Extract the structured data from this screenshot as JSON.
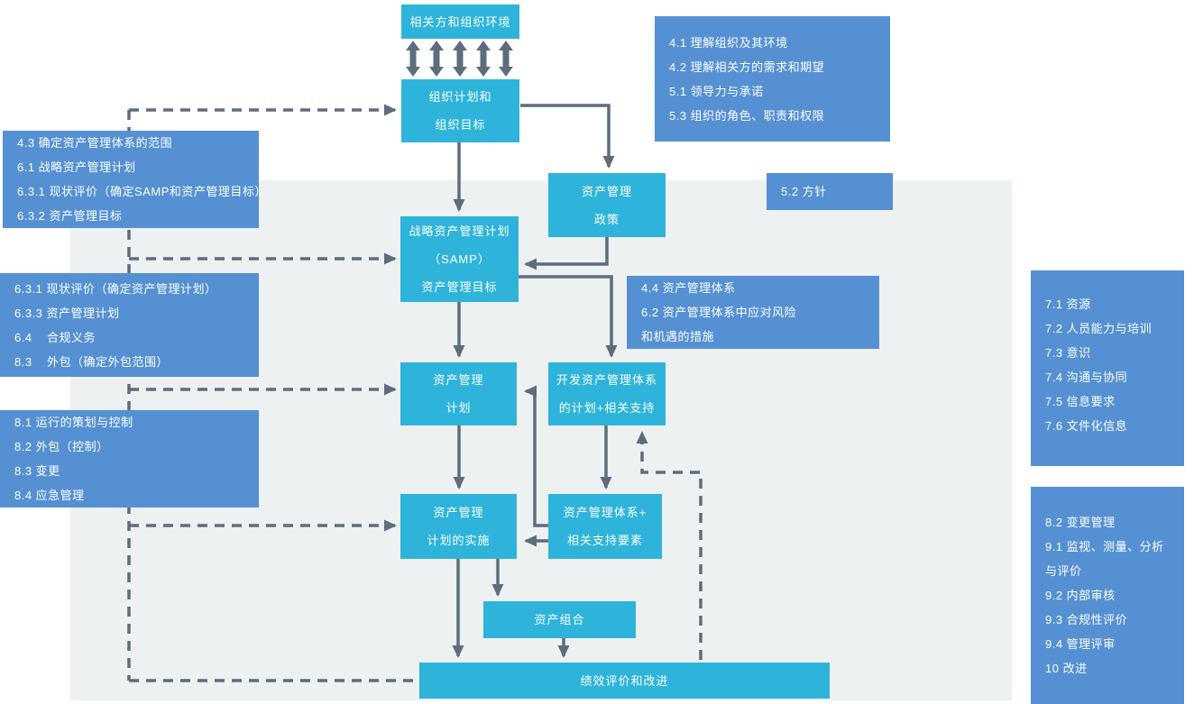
{
  "title": "资产管理体系流程图",
  "colors": {
    "process_node": "#2eb4da",
    "annotation_box": "#5591d2",
    "connector": "#5d6d7e",
    "backdrop_panel": "#edf1f2",
    "text": "#ffffff"
  },
  "nodes": {
    "stakeholders": {
      "label": "相关方和组织环境"
    },
    "org_plan": {
      "line1": "组织计划和",
      "line2": "组织目标"
    },
    "policy": {
      "line1": "资产管理",
      "line2": "政策"
    },
    "samp": {
      "line1": "战略资产管理计划",
      "line2": "（SAMP）",
      "line3": "资产管理目标"
    },
    "am_plan": {
      "line1": "资产管理",
      "line2": "计划"
    },
    "develop": {
      "line1": "开发资产管理体系",
      "line2": "的计划+相关支持"
    },
    "implement": {
      "line1": "资产管理",
      "line2": "计划的实施"
    },
    "system_support": {
      "line1": "资产管理体系+",
      "line2": "相关支持要素"
    },
    "portfolio": {
      "label": "资产组合"
    },
    "performance": {
      "label": "绩效评价和改进"
    }
  },
  "annotations": {
    "context": {
      "lines": [
        "4.1 理解组织及其环境",
        "4.2 理解相关方的需求和期望",
        "5.1 领导力与承诺",
        "5.3 组织的角色、职责和权限"
      ]
    },
    "policy_ref": {
      "label": "5.2 方针"
    },
    "scope": {
      "lines": [
        "4.3 确定资产管理体系的范围",
        "6.1 战略资产管理计划",
        "6.3.1 现状评价（确定SAMP和资产管理目标）",
        "6.3.2 资产管理目标"
      ]
    },
    "planning": {
      "lines": [
        "6.3.1 现状评价（确定资产管理计划）",
        "6.3.3 资产管理计划",
        "6.4    合规义务",
        "8.3    外包（确定外包范围）"
      ]
    },
    "operation": {
      "lines": [
        "8.1 运行的策划与控制",
        "8.2 外包（控制）",
        "8.3 变更",
        "8.4 应急管理"
      ]
    },
    "risk": {
      "lines": [
        "4.4 资产管理体系",
        "6.2 资产管理体系中应对风险",
        "和机遇的措施"
      ]
    },
    "support": {
      "lines": [
        "7.1 资源",
        "7.2 人员能力与培训",
        "7.3 意识",
        "7.4 沟通与协同",
        "7.5 信息要求",
        "7.6 文件化信息"
      ]
    },
    "evaluation": {
      "lines": [
        "8.2 变更管理",
        "9.1 监视、测量、分析与评价",
        "9.2 内部审核",
        "9.3 合规性评价",
        "9.4 管理评审",
        "10 改进"
      ]
    }
  }
}
